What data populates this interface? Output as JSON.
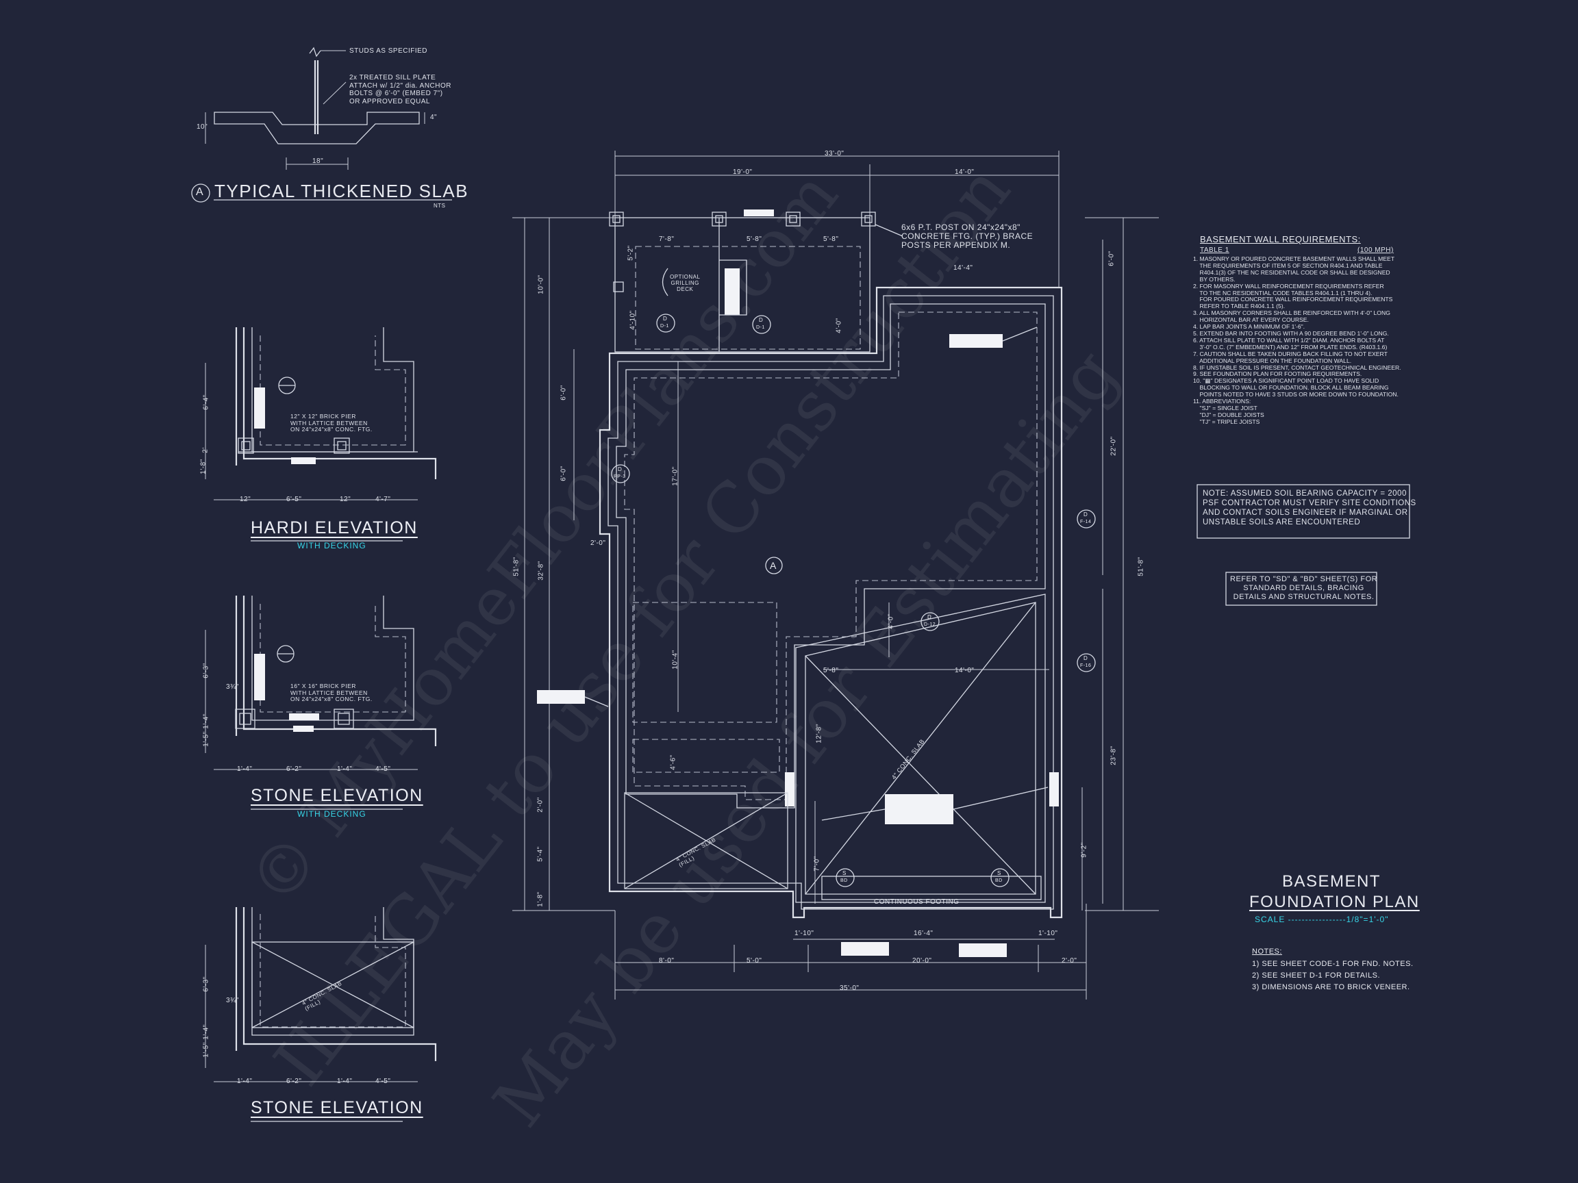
{
  "watermark": {
    "line1": "© MyHomeFloorPlans.com",
    "line2": "ILLEGAL to use for Construction",
    "line3": "May be used for Estimating"
  },
  "slab_detail": {
    "marker": "A",
    "title": "TYPICAL THICKENED SLAB",
    "scale": "NTS",
    "callout_studs": "STUDS AS SPECIFIED",
    "callout_sill": "2x TREATED SILL PLATE\nATTACH w/ 1/2\" dia. ANCHOR\nBOLTS @ 6'-0\" (EMBED 7\")\nOR APPROVED EQUAL",
    "dim_width": "18\"",
    "dim_left": "10\"",
    "dim_right": "4\""
  },
  "hardi_elevation": {
    "title": "HARDI ELEVATION",
    "subtitle": "WITH DECKING",
    "pier_note": "12\" X 12\" BRICK PIER\nWITH LATTICE BETWEEN\nON 24\"x24\"x8\" CONC. FTG.",
    "dims_bottom": [
      "12\"",
      "6'-5\"",
      "12\"",
      "4'-7\""
    ],
    "dims_left": [
      "6'-4\"",
      "2'",
      "1'-8\""
    ]
  },
  "stone_elevation_decking": {
    "title": "STONE ELEVATION",
    "subtitle": "WITH DECKING",
    "pier_note": "16\" X 16\" BRICK PIER\nWITH LATTICE BETWEEN\nON 24\"x24\"x8\" CONC. FTG.",
    "dims_bottom": [
      "1'-4\"",
      "6'-2\"",
      "1'-4\"",
      "4'-5\""
    ],
    "dims_left": [
      "6'-3\"",
      "3¾\"",
      "1'-4\"",
      "1'-5\""
    ]
  },
  "stone_elevation": {
    "title": "STONE ELEVATION",
    "slab_note": "4\" CONC. SLAB\n(FILL)",
    "dims_bottom": [
      "1'-4\"",
      "6'-2\"",
      "1'-4\"",
      "4'-5\""
    ],
    "dims_left": [
      "6'-3\"",
      "3¾\"",
      "1'-4\"",
      "1'-5\""
    ]
  },
  "plan": {
    "title_line1": "BASEMENT",
    "title_line2": "FOUNDATION PLAN",
    "scale": "SCALE -----------------1/8\"=1'-0\"",
    "grid_marker": "A",
    "post_note": "6x6 P.T. POST ON 24\"x24\"x8\"\nCONCRETE FTG. (TYP.) BRACE\nPOSTS PER APPENDIX M.",
    "deck_note": "OPTIONAL\nGRILLING\nDECK",
    "garage_slab_note": "4\" CONC. SLAB",
    "porch_slab_note": "4\" CONC. SLAB\n(FILL)",
    "continuous_footing": "CONTINUOUS FOOTING",
    "dims_top": [
      "33'-0\"",
      "19'-0\"",
      "14'-0\"",
      "7'-8\"",
      "5'-8\"",
      "5'-8\"",
      "14'-4\""
    ],
    "dims_bottom": [
      "8'-0\"",
      "5'-0\"",
      "20'-0\"",
      "2'-0\"",
      "35'-0\"",
      "16'-4\"",
      "1'-10\"",
      "1'-10\""
    ],
    "dims_left": [
      "51'-8\"",
      "32'-8\"",
      "10'-0\"",
      "6'-0\"",
      "6'-0\"",
      "2'-0\"",
      "2'-0\"",
      "5'-4\"",
      "1'-8\""
    ],
    "dims_right": [
      "6'-0\"",
      "22'-0\"",
      "51'-8\"",
      "23'-8\""
    ],
    "dims_interior": [
      "5'-2\"",
      "4'-10\"",
      "4'-0\"",
      "17'-0\"",
      "10'-4\"",
      "4'-6\"",
      "5'-8\"",
      "14'-0\"",
      "12'-8\"",
      "4'-0\"",
      "7'-0\"",
      "9'-2\""
    ],
    "detail_tags": [
      {
        "top": "D",
        "bottom": "D-1"
      },
      {
        "top": "D",
        "bottom": "D-1"
      },
      {
        "top": "D",
        "bottom": "PP-3"
      },
      {
        "top": "D",
        "bottom": "F-14"
      },
      {
        "top": "D",
        "bottom": "D-12"
      },
      {
        "top": "D",
        "bottom": "F-16"
      },
      {
        "top": "S",
        "bottom": "BD"
      },
      {
        "top": "S",
        "bottom": "BD"
      }
    ]
  },
  "requirements": {
    "heading": "BASEMENT WALL REQUIREMENTS:",
    "table": "TABLE 1",
    "wind": "(100 MPH)",
    "items": [
      "1. MASONRY OR POURED CONCRETE BASEMENT WALLS SHALL MEET\n    THE REQUIREMENTS OF ITEM 5 OF SECTION R404.1 AND TABLE\n    R404.1(3) OF THE NC RESIDENTIAL CODE OR SHALL BE DESIGNED\n    BY OTHERS.",
      "2. FOR MASONRY WALL REINFORCEMENT REQUIREMENTS REFER\n    TO THE NC RESIDENTIAL CODE TABLES R404.1.1 (1 THRU 4).\n    FOR POURED CONCRETE WALL REINFORCEMENT REQUIREMENTS\n    REFER TO TABLE R404.1.1 (5).",
      "3. ALL MASONRY CORNERS SHALL BE REINFORCED WITH 4'-0\" LONG\n    HORIZONTAL BAR AT EVERY COURSE.",
      "4. LAP BAR JOINTS A MINIMUM OF 1'-6\".",
      "5. EXTEND BAR INTO FOOTING WITH A 90 DEGREE BEND 1'-0\" LONG.",
      "6. ATTACH SILL PLATE TO WALL WITH 1/2\" DIAM. ANCHOR BOLTS AT\n    3'-0\" O.C. (7\" EMBEDMENT) AND 12\" FROM PLATE ENDS. (R403.1.6)",
      "7. CAUTION SHALL BE TAKEN DURING BACK FILLING TO NOT EXERT\n    ADDITIONAL PRESSURE ON THE FOUNDATION WALL.",
      "8. IF UNSTABLE SOIL IS PRESENT, CONTACT GEOTECHNICAL ENGINEER.",
      "9. SEE FOUNDATION PLAN FOR FOOTING REQUIREMENTS.",
      "10. \"▦\" DESIGNATES A SIGNIFICANT POINT LOAD TO HAVE SOLID\n    BLOCKING TO WALL OR FOUNDATION. BLOCK ALL BEAM BEARING\n    POINTS NOTED TO HAVE 3 STUDS OR MORE DOWN TO FOUNDATION.",
      "11. ABBREVIATIONS:\n    \"SJ\" = SINGLE JOIST\n    \"DJ\" = DOUBLE JOISTS\n    \"TJ\" = TRIPLE JOISTS"
    ]
  },
  "soil_note": "NOTE: ASSUMED SOIL BEARING CAPACITY = 2000\nPSF CONTRACTOR MUST VERIFY SITE CONDITIONS\nAND CONTACT SOILS ENGINEER IF MARGINAL OR\nUNSTABLE SOILS ARE ENCOUNTERED",
  "refer_note": "REFER TO \"SD\" & \"BD\" SHEET(S) FOR\nSTANDARD DETAILS, BRACING\nDETAILS AND STRUCTURAL NOTES.",
  "notes": {
    "heading": "NOTES:",
    "items": [
      "1)  SEE SHEET CODE-1 FOR FND. NOTES.",
      "2)  SEE SHEET D-1 FOR DETAILS.",
      "3)  DIMENSIONS ARE TO BRICK VENEER."
    ]
  }
}
